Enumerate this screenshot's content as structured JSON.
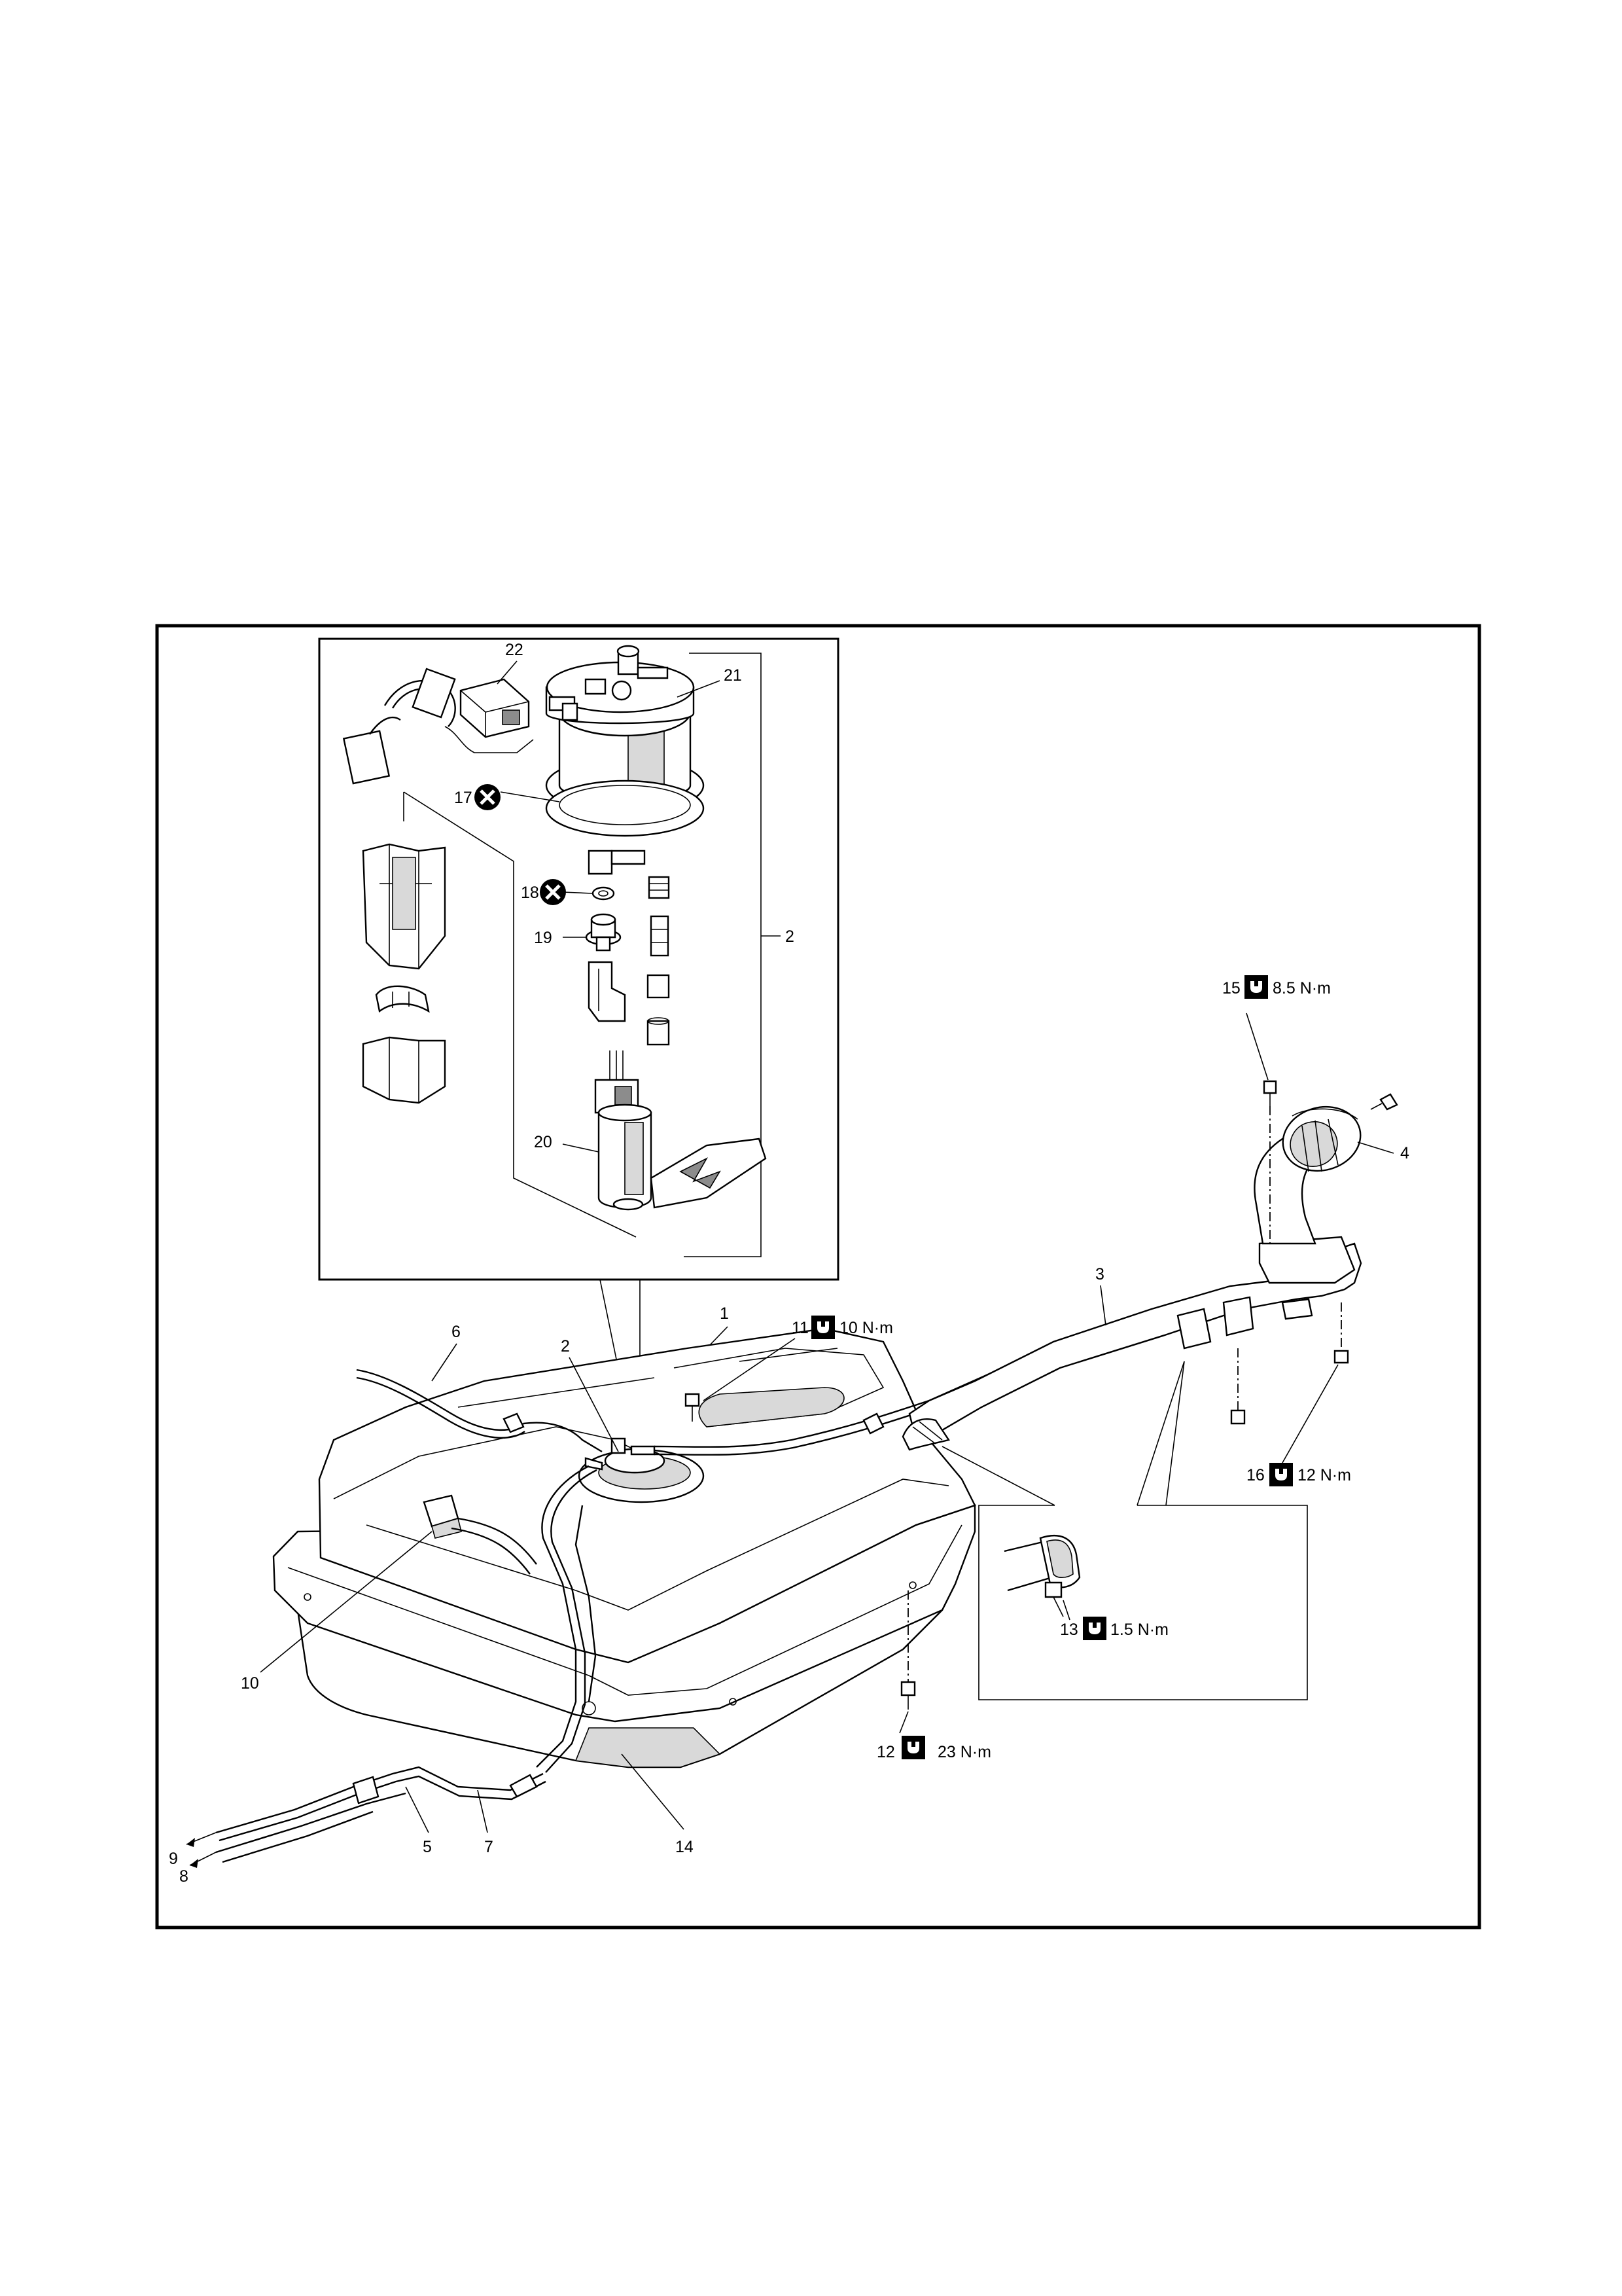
{
  "callouts": {
    "c1": "1",
    "c2": "2",
    "c2b": "2",
    "c3": "3",
    "c4": "4",
    "c5": "5",
    "c6": "6",
    "c7": "7",
    "c8": "8",
    "c9": "9",
    "c10": "10",
    "c11": "11",
    "c12": "12",
    "c13": "13",
    "c14": "14",
    "c15": "15",
    "c16": "16",
    "c17": "17",
    "c18": "18",
    "c19": "19",
    "c20": "20",
    "c21": "21",
    "c22": "22"
  },
  "torques": {
    "t11": "10 N·m",
    "t12": "23 N·m",
    "t13": "1.5 N·m",
    "t15": "8.5 N·m",
    "t16": "12 N·m"
  },
  "icons": {
    "tightening_torque": "torque-wrench-icon",
    "do_not_reuse": "do-not-reuse-x-icon"
  }
}
